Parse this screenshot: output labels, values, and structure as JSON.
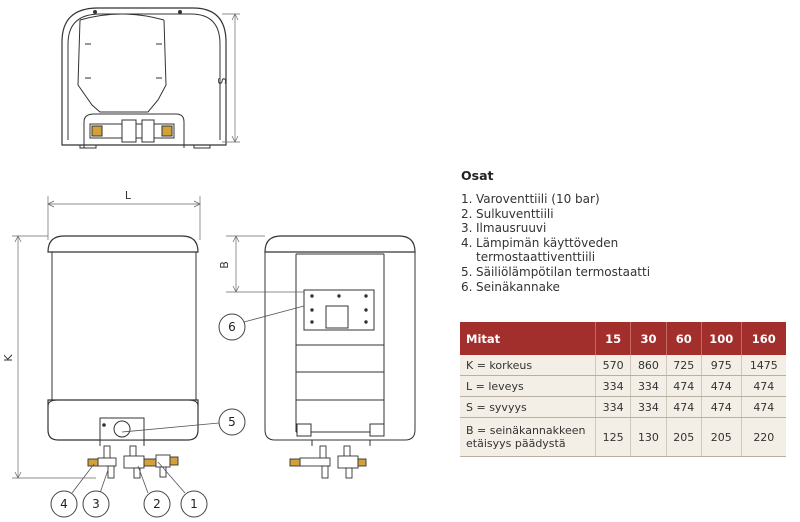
{
  "dimensions": {
    "s": "S",
    "l": "L",
    "k": "K",
    "b": "B"
  },
  "callouts": [
    "1",
    "2",
    "3",
    "4",
    "5",
    "6"
  ],
  "parts": {
    "title": "Osat",
    "items": [
      {
        "num": "1.",
        "text": "Varoventtiili (10 bar)"
      },
      {
        "num": "2.",
        "text": "Sulkuventtiili"
      },
      {
        "num": "3.",
        "text": "Ilmausruuvi"
      },
      {
        "num": "4.",
        "text": "Lämpimän käyttöveden termostaattiventtiili"
      },
      {
        "num": "5.",
        "text": "Säiliölämpötilan termostaatti"
      },
      {
        "num": "6.",
        "text": "Seinäkannake"
      }
    ]
  },
  "table": {
    "headers": [
      "Mitat",
      "15",
      "30",
      "60",
      "100",
      "160"
    ],
    "rows": [
      [
        "K = korkeus",
        "570",
        "860",
        "725",
        "975",
        "1475"
      ],
      [
        "L = leveys",
        "334",
        "334",
        "474",
        "474",
        "474"
      ],
      [
        "S = syvyys",
        "334",
        "334",
        "474",
        "474",
        "474"
      ],
      [
        "B = seinäkannakkeen etäisyys päädystä",
        "125",
        "130",
        "205",
        "205",
        "220"
      ]
    ]
  },
  "colors": {
    "table_header": "#a32f2c",
    "table_body": "#f4efe6",
    "line": "#333333"
  }
}
